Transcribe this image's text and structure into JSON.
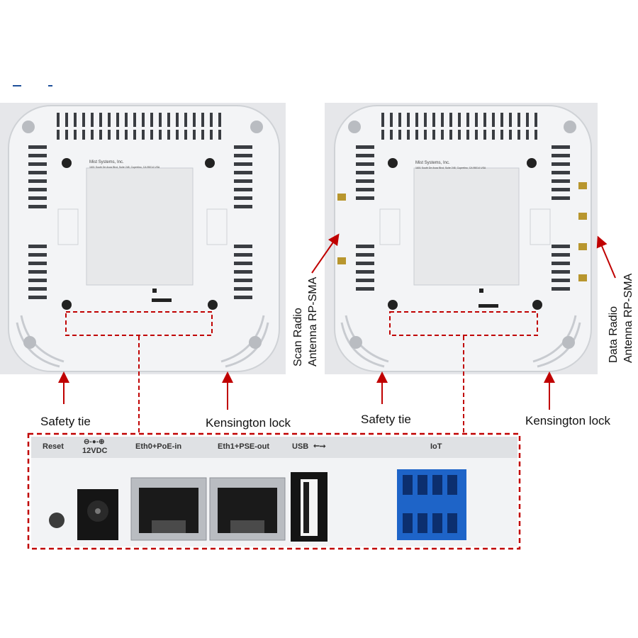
{
  "left_device": {
    "sticker_company": "Mist Systems, Inc.",
    "sticker_address": "1601 South De Anza Blvd, Suite 248, Cupertino, CA 95014 USA"
  },
  "right_device": {
    "sticker_company": "Mist Systems, Inc.",
    "sticker_address": "1601 South De Anza Blvd, Suite 248, Cupertino, CA 95014 USA"
  },
  "callouts": {
    "left_safety_tie": "Safety tie",
    "left_kensington": "Kensington lock",
    "right_safety_tie": "Safety tie",
    "right_kensington": "Kensington lock",
    "scan_radio_line1": "Scan Radio",
    "scan_radio_line2": "Antenna RP-SMA",
    "data_radio_line1": "Data Radio",
    "data_radio_line2": "Antenna RP-SMA"
  },
  "port_panel": {
    "reset": "Reset",
    "power_symbol": "⊖-●-⊕",
    "power": "12VDC",
    "eth0": "Eth0+PoE-in",
    "eth1": "Eth1+PSE-out",
    "usb": "USB",
    "usb_symbol": "⭠⭢",
    "iot": "IoT"
  },
  "colors": {
    "callout_red": "#c00000",
    "iot_blue": "#1e64c8",
    "device_white": "#f1f2f4"
  }
}
